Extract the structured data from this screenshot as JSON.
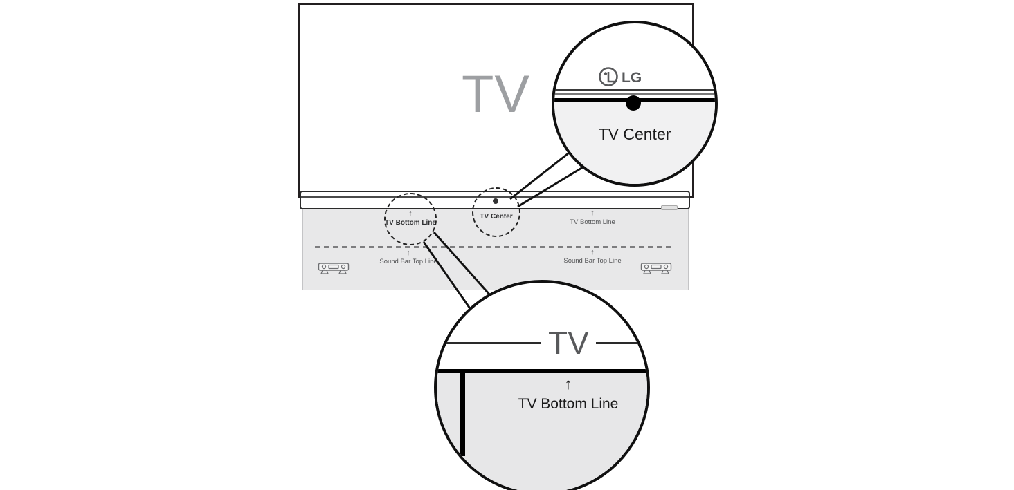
{
  "scene": {
    "tv": {
      "label": "TV"
    },
    "template": {
      "tv_bottom_line_left": "TV Bottom Line",
      "tv_center": "TV Center",
      "tv_bottom_line_right": "TV Bottom Line",
      "sound_bar_top_line_left": "Sound Bar Top Line",
      "sound_bar_top_line_right": "Sound Bar Top Line"
    },
    "callout_top": {
      "brand": "LG",
      "label": "TV Center"
    },
    "callout_bottom": {
      "tv_label": "TV",
      "label": "TV Bottom Line"
    }
  },
  "icons": {
    "up_arrow": "↑"
  },
  "colors": {
    "outline": "#231f20",
    "tv_text": "#9d9fa2",
    "template_fill": "#e8e8e9",
    "label_text": "#515254",
    "callout_shade": "#f1f1f2"
  }
}
